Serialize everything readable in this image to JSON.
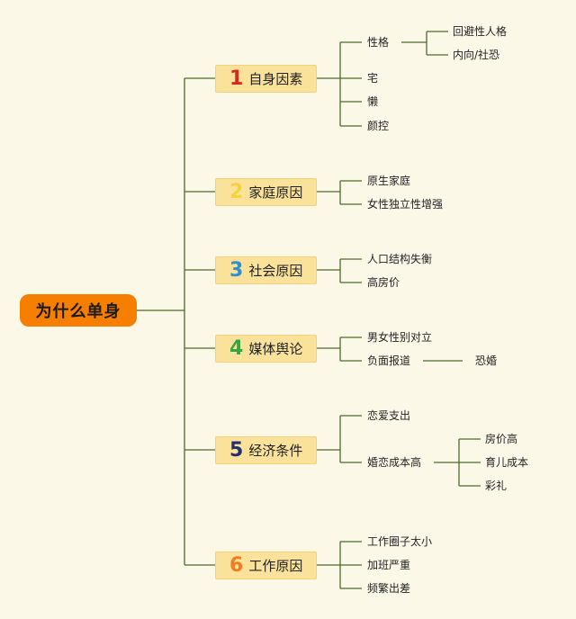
{
  "root": {
    "label": "为什么单身"
  },
  "branches": [
    {
      "num": "1",
      "label": "自身因素",
      "num_color": "#d42b1f",
      "children": [
        "性格",
        "宅",
        "懒",
        "颜控"
      ],
      "sub": {
        "personality": [
          "回避性人格",
          "内向/社恐"
        ]
      }
    },
    {
      "num": "2",
      "label": "家庭原因",
      "num_color": "#f6d33c",
      "children": [
        "原生家庭",
        "女性独立性增强"
      ]
    },
    {
      "num": "3",
      "label": "社会原因",
      "num_color": "#2f8fd0",
      "children": [
        "人口结构失衡",
        "高房价"
      ]
    },
    {
      "num": "4",
      "label": "媒体舆论",
      "num_color": "#35a642",
      "children": [
        "男女性别对立",
        "负面报道"
      ],
      "sub": {
        "negative": [
          "恐婚"
        ]
      }
    },
    {
      "num": "5",
      "label": "经济条件",
      "num_color": "#24306e",
      "children": [
        "恋爱支出",
        "婚恋成本高"
      ],
      "sub": {
        "cost": [
          "房价高",
          "育儿成本",
          "彩礼"
        ]
      }
    },
    {
      "num": "6",
      "label": "工作原因",
      "num_color": "#f47c20",
      "children": [
        "工作圈子太小",
        "加班严重",
        "频繁出差"
      ]
    }
  ],
  "colors": {
    "line": "#4d6b2c",
    "root_bg": "#f77f00",
    "branch_bg": "#fbe29a",
    "background": "#fcf8e8"
  }
}
